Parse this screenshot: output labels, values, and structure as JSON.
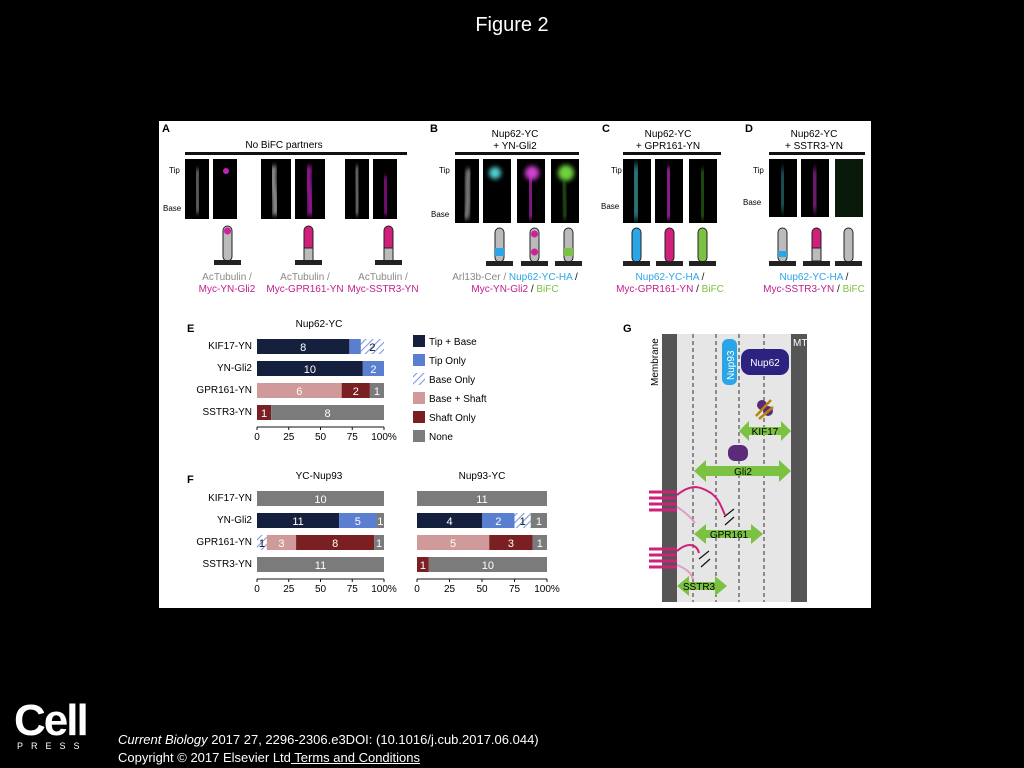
{
  "slide": {
    "title": "Figure 2"
  },
  "footer": {
    "journal": "Current Biology",
    "citation": " 2017 27, 2296-2306.e3DOI: (10.1016/j.cub.2017.06.044)",
    "copyright": "Copyright © 2017 Elsevier Ltd",
    "terms_link": " Terms and Conditions"
  },
  "logo": {
    "word": "Cell",
    "press": "PRESS"
  },
  "figure": {
    "panelA": {
      "letter": "A",
      "header": "No BiFC partners",
      "tip": "Tip",
      "base": "Base",
      "labels": [
        {
          "l1": "AcTubulin /",
          "l2": "Myc-YN-Gli2"
        },
        {
          "l1": "AcTubulin /",
          "l2": "Myc-GPR161-YN"
        },
        {
          "l1": "AcTubulin /",
          "l2": "Myc-SSTR3-YN"
        }
      ]
    },
    "panelB": {
      "letter": "B",
      "header1": "Nup62-YC",
      "header2": "+ YN-Gli2",
      "tip": "Tip",
      "base": "Base",
      "line1a": "Arl13b-Cer / ",
      "line1b": "Nup62-YC-HA",
      "line1c": " /",
      "line2a": "Myc-YN-Gli2",
      "line2b": " / ",
      "line2c": "BiFC"
    },
    "panelC": {
      "letter": "C",
      "header1": "Nup62-YC",
      "header2": "+ GPR161-YN",
      "tip": "Tip",
      "base": "Base",
      "line1a": "Nup62-YC-HA",
      "line1b": " /",
      "line2a": "Myc-GPR161-YN",
      "line2b": " / ",
      "line2c": "BiFC"
    },
    "panelD": {
      "letter": "D",
      "header1": "Nup62-YC",
      "header2": "+ SSTR3-YN",
      "tip": "Tip",
      "base": "Base",
      "line1a": "Nup62-YC-HA",
      "line1b": " /",
      "line2a": "Myc-SSTR3-YN",
      "line2b": " / ",
      "line2c": "BiFC"
    },
    "panelG": {
      "letter": "G",
      "membrane": "Membrane",
      "mt": "MT",
      "nup93": "Nup93",
      "nup62": "Nup62",
      "kif17": "KIF17",
      "gli2": "Gli2",
      "gpr161": "GPR161",
      "sstr3": "SSTR3"
    },
    "legend": [
      {
        "label": "Tip + Base",
        "color": "#15203f"
      },
      {
        "label": "Tip Only",
        "color": "#5b7fd0"
      },
      {
        "label": "Base Only",
        "color": "hatch"
      },
      {
        "label": "Base + Shaft",
        "color": "#d19a9a"
      },
      {
        "label": "Shaft Only",
        "color": "#7a1f22"
      },
      {
        "label": "None",
        "color": "#7b7b7b"
      }
    ]
  },
  "chart_data": [
    {
      "type": "bar",
      "panel": "E",
      "title": "Nup62-YC",
      "orientation": "horizontal",
      "stacked": true,
      "categories": [
        "KIF17-YN",
        "YN-Gli2",
        "GPR161-YN",
        "SSTR3-YN"
      ],
      "series": [
        {
          "name": "Tip + Base",
          "values": [
            8,
            10,
            0,
            0
          ]
        },
        {
          "name": "Tip Only",
          "values": [
            1,
            2,
            0,
            0
          ]
        },
        {
          "name": "Base Only",
          "values": [
            2,
            0,
            0,
            0
          ]
        },
        {
          "name": "Base + Shaft",
          "values": [
            0,
            0,
            6,
            0
          ]
        },
        {
          "name": "Shaft Only",
          "values": [
            0,
            0,
            2,
            1
          ]
        },
        {
          "name": "None",
          "values": [
            0,
            0,
            1,
            8
          ]
        }
      ],
      "segment_labels": [
        [
          "8",
          "",
          "2"
        ],
        [
          "10",
          "2"
        ],
        [
          "6",
          "2",
          "1"
        ],
        [
          "1",
          "8"
        ]
      ],
      "xticks": [
        "0",
        "25",
        "50",
        "75",
        "100%"
      ],
      "xlim": [
        0,
        100
      ]
    },
    {
      "type": "bar",
      "panel": "F",
      "title": "YC-Nup93",
      "orientation": "horizontal",
      "stacked": true,
      "categories": [
        "KIF17-YN",
        "YN-Gli2",
        "GPR161-YN",
        "SSTR3-YN"
      ],
      "series": [
        {
          "name": "Tip + Base",
          "values": [
            0,
            11,
            0,
            0
          ]
        },
        {
          "name": "Tip Only",
          "values": [
            0,
            5,
            0,
            0
          ]
        },
        {
          "name": "Base Only",
          "values": [
            0,
            0,
            1,
            0
          ]
        },
        {
          "name": "Base + Shaft",
          "values": [
            0,
            0,
            3,
            0
          ]
        },
        {
          "name": "Shaft Only",
          "values": [
            0,
            0,
            8,
            0
          ]
        },
        {
          "name": "None",
          "values": [
            10,
            1,
            1,
            11
          ]
        }
      ],
      "segment_labels": [
        [
          "10"
        ],
        [
          "11",
          "5",
          "1"
        ],
        [
          "1",
          "3",
          "8",
          "1"
        ],
        [
          "11"
        ]
      ],
      "xticks": [
        "0",
        "25",
        "50",
        "75",
        "100%"
      ],
      "xlim": [
        0,
        100
      ]
    },
    {
      "type": "bar",
      "panel": "F",
      "title": "Nup93-YC",
      "orientation": "horizontal",
      "stacked": true,
      "categories": [
        "KIF17-YN",
        "YN-Gli2",
        "GPR161-YN",
        "SSTR3-YN"
      ],
      "series": [
        {
          "name": "Tip + Base",
          "values": [
            0,
            4,
            0,
            0
          ]
        },
        {
          "name": "Tip Only",
          "values": [
            0,
            2,
            0,
            0
          ]
        },
        {
          "name": "Base Only",
          "values": [
            0,
            1,
            0,
            0
          ]
        },
        {
          "name": "Base + Shaft",
          "values": [
            0,
            0,
            5,
            0
          ]
        },
        {
          "name": "Shaft Only",
          "values": [
            0,
            0,
            3,
            1
          ]
        },
        {
          "name": "None",
          "values": [
            11,
            1,
            1,
            10
          ]
        }
      ],
      "segment_labels": [
        [
          "11"
        ],
        [
          "4",
          "2",
          "1",
          "1"
        ],
        [
          "5",
          "3",
          "1"
        ],
        [
          "1",
          "10"
        ]
      ],
      "xticks": [
        "0",
        "25",
        "50",
        "75",
        "100%"
      ],
      "xlim": [
        0,
        100
      ]
    }
  ]
}
